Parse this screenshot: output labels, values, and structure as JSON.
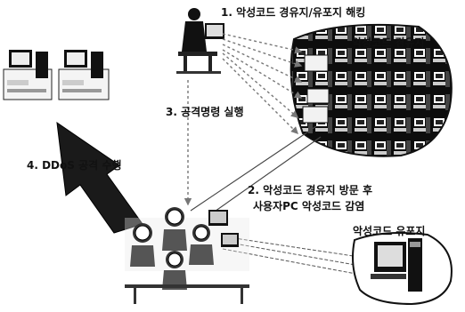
{
  "labels": {
    "step1": "1. 악성코드 경유지/유포지 해킹",
    "cluster": "악성코드 경유지",
    "step3": "3. 공격명령 실행",
    "step4": "4. DDoS 공격 수행",
    "step2_line1": "2. 악성코드 경유지 방문 후",
    "step2_line2": "사용자PC 악성코드 감염",
    "distributor": "악성코드 유포지"
  },
  "colors": {
    "ink": "#111111",
    "cluster_fill": "#0d0d0d",
    "arrow_dash": "#777777",
    "arrow_fill": "#1a1a1a"
  },
  "icons": [
    "hacker-icon",
    "zombie-pc-icon",
    "server-cluster-icon",
    "user-group-icon",
    "distributor-server-icon",
    "attack-arrow-icon"
  ]
}
